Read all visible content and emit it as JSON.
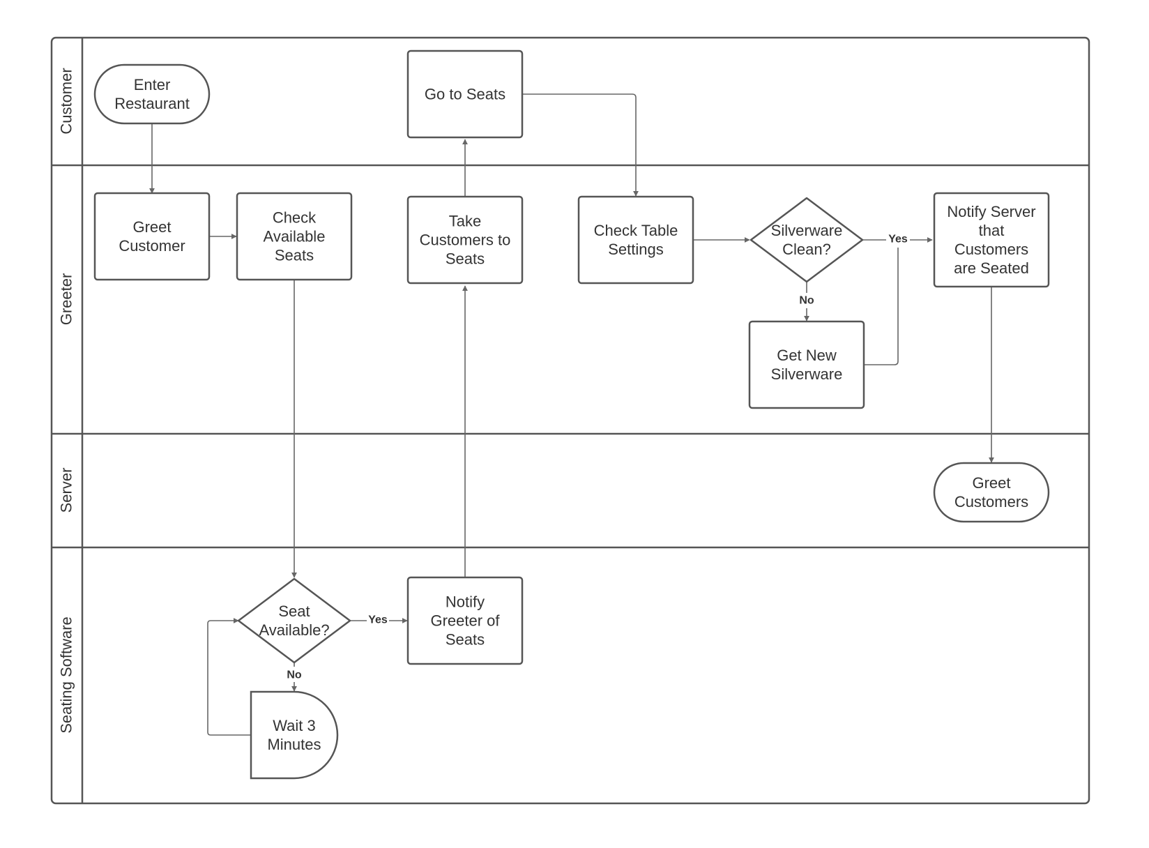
{
  "lanes": [
    {
      "id": "customer",
      "label": "Customer"
    },
    {
      "id": "greeter",
      "label": "Greeter"
    },
    {
      "id": "server",
      "label": "Server"
    },
    {
      "id": "seating",
      "label": "Seating Software"
    }
  ],
  "nodes": [
    {
      "id": "enter_restaurant",
      "shape": "terminal",
      "lines": [
        "Enter",
        "Restaurant"
      ]
    },
    {
      "id": "go_to_seats",
      "shape": "process",
      "lines": [
        "Go to Seats"
      ]
    },
    {
      "id": "greet_customer",
      "shape": "process",
      "lines": [
        "Greet",
        "Customer"
      ]
    },
    {
      "id": "check_available_seats",
      "shape": "process",
      "lines": [
        "Check",
        "Available",
        "Seats"
      ]
    },
    {
      "id": "take_customers_to_seats",
      "shape": "process",
      "lines": [
        "Take",
        "Customers to",
        "Seats"
      ]
    },
    {
      "id": "check_table_settings",
      "shape": "process",
      "lines": [
        "Check Table",
        "Settings"
      ]
    },
    {
      "id": "silverware_clean",
      "shape": "decision",
      "lines": [
        "Silverware",
        "Clean?"
      ]
    },
    {
      "id": "notify_server",
      "shape": "process",
      "lines": [
        "Notify Server",
        "that",
        "Customers",
        "are Seated"
      ]
    },
    {
      "id": "get_new_silverware",
      "shape": "process",
      "lines": [
        "Get New",
        "Silverware"
      ]
    },
    {
      "id": "greet_customers",
      "shape": "terminal",
      "lines": [
        "Greet",
        "Customers"
      ]
    },
    {
      "id": "seat_available",
      "shape": "decision",
      "lines": [
        "Seat",
        "Available?"
      ]
    },
    {
      "id": "notify_greeter",
      "shape": "process",
      "lines": [
        "Notify",
        "Greeter of",
        "Seats"
      ]
    },
    {
      "id": "wait_3_minutes",
      "shape": "delay",
      "lines": [
        "Wait 3",
        "Minutes"
      ]
    }
  ],
  "edges": [
    {
      "id": "e_enter_greet",
      "from": "enter_restaurant",
      "to": "greet_customer",
      "label": ""
    },
    {
      "id": "e_greet_check",
      "from": "greet_customer",
      "to": "check_available_seats",
      "label": ""
    },
    {
      "id": "e_check_seatavail",
      "from": "check_available_seats",
      "to": "seat_available",
      "label": ""
    },
    {
      "id": "e_seatavail_notify",
      "from": "seat_available",
      "to": "notify_greeter",
      "label": "Yes"
    },
    {
      "id": "e_seatavail_wait",
      "from": "seat_available",
      "to": "wait_3_minutes",
      "label": "No"
    },
    {
      "id": "e_wait_seatavail",
      "from": "wait_3_minutes",
      "to": "seat_available",
      "label": ""
    },
    {
      "id": "e_notify_take",
      "from": "notify_greeter",
      "to": "take_customers_to_seats",
      "label": ""
    },
    {
      "id": "e_take_goto",
      "from": "take_customers_to_seats",
      "to": "go_to_seats",
      "label": ""
    },
    {
      "id": "e_goto_checktable",
      "from": "go_to_seats",
      "to": "check_table_settings",
      "label": ""
    },
    {
      "id": "e_checktable_silver",
      "from": "check_table_settings",
      "to": "silverware_clean",
      "label": ""
    },
    {
      "id": "e_silver_notifyserver",
      "from": "silverware_clean",
      "to": "notify_server",
      "label": "Yes"
    },
    {
      "id": "e_silver_getnew",
      "from": "silverware_clean",
      "to": "get_new_silverware",
      "label": "No"
    },
    {
      "id": "e_getnew_notifyserver",
      "from": "get_new_silverware",
      "to": "notify_server",
      "label": ""
    },
    {
      "id": "e_notifyserver_greet",
      "from": "notify_server",
      "to": "greet_customers",
      "label": ""
    }
  ]
}
